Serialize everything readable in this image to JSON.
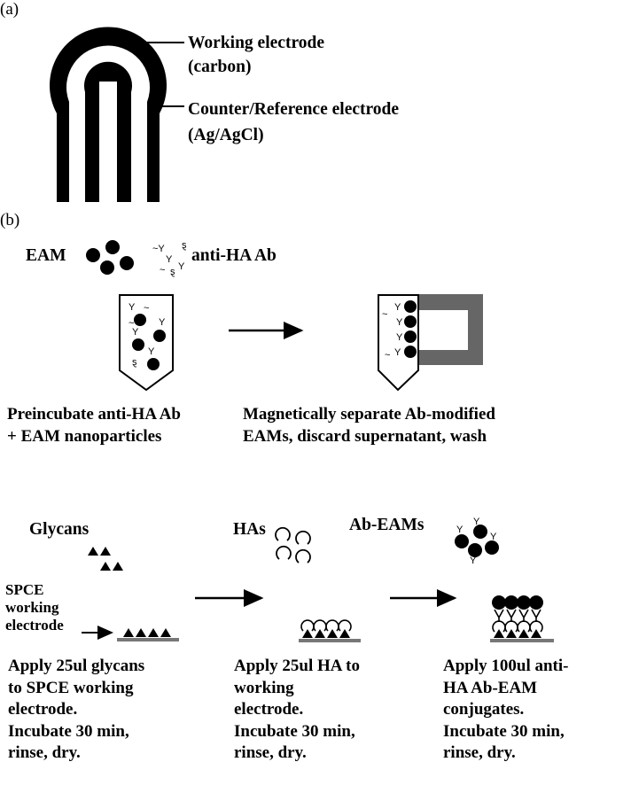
{
  "panel_a": {
    "label": "(a)",
    "working_electrode": "Working electrode",
    "working_material": "(carbon)",
    "counter_electrode": "Counter/Reference electrode",
    "counter_material": "(Ag/AgCl)"
  },
  "panel_b": {
    "label": "(b)",
    "eam_label": "EAM",
    "antibody_label": "anti-HA Ab",
    "step1_caption": "Preincubate anti-HA Ab\n+ EAM nanoparticles",
    "step2_caption": "Magnetically separate Ab-modified\nEAMs, discard supernatant, wash",
    "glycans_label": "Glycans",
    "has_label": "HAs",
    "abeams_label": "Ab-EAMs",
    "spce_label": "SPCE\nworking\nelectrode",
    "step3_caption": "Apply 25ul glycans\nto SPCE working\nelectrode.\nIncubate 30 min,\nrinse, dry.",
    "step4_caption": "Apply 25ul HA to\nworking\nelectrode.\nIncubate 30 min,\nrinse, dry.",
    "step5_caption": "Apply 100ul anti-\nHA Ab-EAM\nconjugates.\nIncubate 30 min,\nrinse, dry."
  }
}
